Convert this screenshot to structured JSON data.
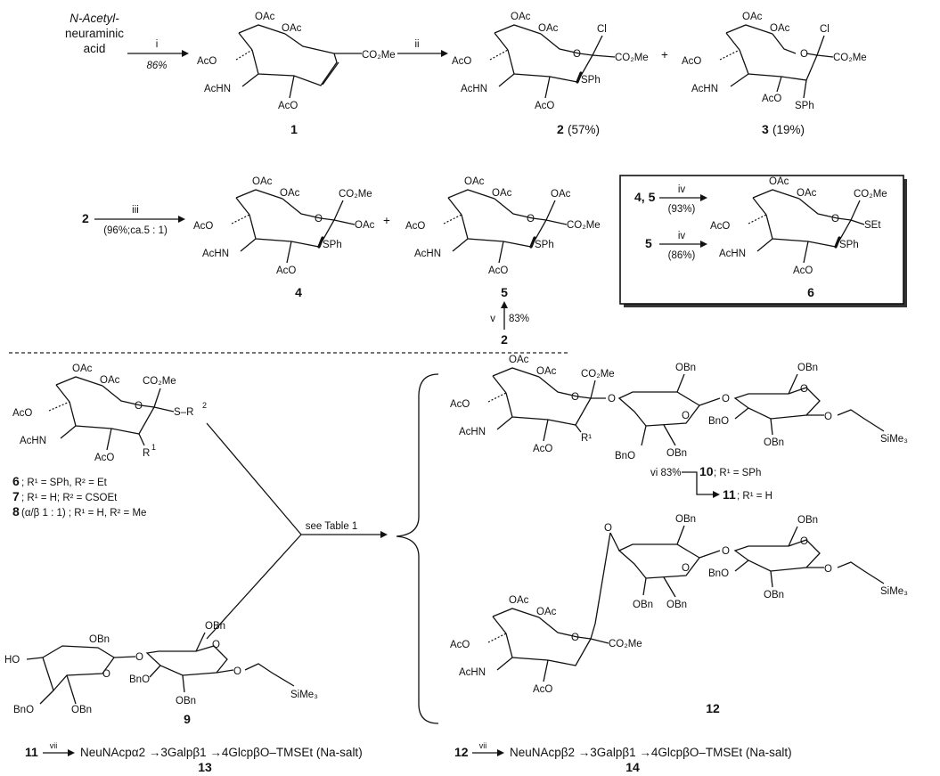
{
  "row1": {
    "start_material": [
      "N-Acetyl-",
      "neuraminic",
      "acid"
    ],
    "step_i": "i",
    "step_i_yield": "86%",
    "step_ii": "ii",
    "plus1": "+",
    "compound1": {
      "num": "1",
      "sub": {
        "oac1": "OAc",
        "oac2": "OAc",
        "co2me": "CO₂Me",
        "aco": "AcO",
        "achn": "AcHN",
        "aco2": "AcO"
      }
    },
    "compound2": {
      "num": "2",
      "yield": "(57%)",
      "cl": "Cl",
      "co2me": "CO₂Me",
      "sph": "SPh",
      "oac1": "OAc",
      "oac2": "OAc",
      "aco": "AcO",
      "achn": "AcHN",
      "aco2": "AcO",
      "o": "O"
    },
    "compound3": {
      "num": "3",
      "yield": "(19%)",
      "cl": "Cl",
      "co2me": "CO₂Me",
      "sph": "SPh",
      "oac1": "OAc",
      "oac2": "OAc",
      "aco": "AcO",
      "achn": "AcHN",
      "aco2": "AcO",
      "o": "O"
    }
  },
  "row2": {
    "reactant": "2",
    "step_iii": "iii",
    "step_iii_cond": "(96%;ca.5 : 1)",
    "plus": "+",
    "compound4": {
      "num": "4",
      "co2me": "CO₂Me",
      "oac": "OAc",
      "sph": "SPh",
      "oac1": "OAc",
      "oac2": "OAc",
      "aco": "AcO",
      "achn": "AcHN",
      "aco2": "AcO",
      "o": "O"
    },
    "compound5": {
      "num": "5",
      "co2me": "CO₂Me",
      "oac": "OAc",
      "sph": "SPh",
      "oac1": "OAc",
      "oac2": "OAc",
      "aco": "AcO",
      "achn": "AcHN",
      "aco2": "AcO",
      "o": "O",
      "step_v": "v",
      "step_v_yield": "83%",
      "from": "2"
    },
    "box": {
      "line1_reactants": "4, 5",
      "line1_step": "iv",
      "line1_yield": "(93%)",
      "line2_reactant": "5",
      "line2_step": "iv",
      "line2_yield": "(86%)",
      "compound6": {
        "num": "6",
        "co2me": "CO₂Me",
        "set": "SEt",
        "sph": "SPh",
        "oac1": "OAc",
        "oac2": "OAc",
        "aco": "AcO",
        "achn": "AcHN",
        "aco2": "AcO",
        "o": "O"
      }
    }
  },
  "lower": {
    "donor": {
      "oac1": "OAc",
      "oac2": "OAc",
      "co2me": "CO₂Me",
      "sr": "S–R",
      "r2": "2",
      "aco": "AcO",
      "achn": "AcHN",
      "aco2": "AcO",
      "r1": "R",
      "r1sup": "1",
      "o": "O",
      "list": [
        {
          "num": "6",
          "text": "; R¹ = SPh, R² = Et"
        },
        {
          "num": "7",
          "text": "; R¹ = H; R² = CSOEt"
        },
        {
          "num": "8",
          "text": " (α/β 1 : 1) ; R¹ = H, R² = Me"
        }
      ]
    },
    "acceptor": {
      "num": "9",
      "ho": "HO",
      "obn1": "OBn",
      "obn2": "OBn",
      "bno": "BnO",
      "bno2": "BnO",
      "obn3": "OBn",
      "obn4": "OBn",
      "o": "O",
      "sime3": "SiMe₃"
    },
    "see_table": "see Table 1",
    "product10": {
      "oac1": "OAc",
      "oac2": "OAc",
      "co2me": "CO₂Me",
      "aco": "AcO",
      "achn": "AcHN",
      "aco2": "AcO",
      "r1": "R¹",
      "obn1": "OBn",
      "obn2": "OBn",
      "bno": "BnO",
      "bno2": "BnO",
      "obn3": "OBn",
      "obn4": "OBn",
      "sime3": "SiMe₃",
      "o": "O",
      "step_vi": "vi 83%",
      "label10": "10",
      "label10_text": "; R¹ = SPh",
      "label11": "11",
      "label11_text": "; R¹ = H"
    },
    "product12": {
      "num": "12",
      "obn1": "OBn",
      "obn2": "OBn",
      "bno": "BnO",
      "obn3": "OBn",
      "obn4": "OBn",
      "obn5": "OBn",
      "sime3": "SiMe₃",
      "oac1": "OAc",
      "oac2": "OAc",
      "aco": "AcO",
      "achn": "AcHN",
      "aco2": "AcO",
      "co2me": "CO₂Me",
      "o": "O"
    },
    "final": [
      {
        "reactant": "11",
        "step": "vii",
        "product_text": "NeuNAcpα2 →3Galpβ1 →4GlcpβO–TMSEt (Na-salt)",
        "num": "13"
      },
      {
        "reactant": "12",
        "step": "vii",
        "product_text": "NeuNAcpβ2 →3Galpβ1 →4GlcpβO–TMSEt (Na-salt)",
        "num": "14"
      }
    ]
  }
}
